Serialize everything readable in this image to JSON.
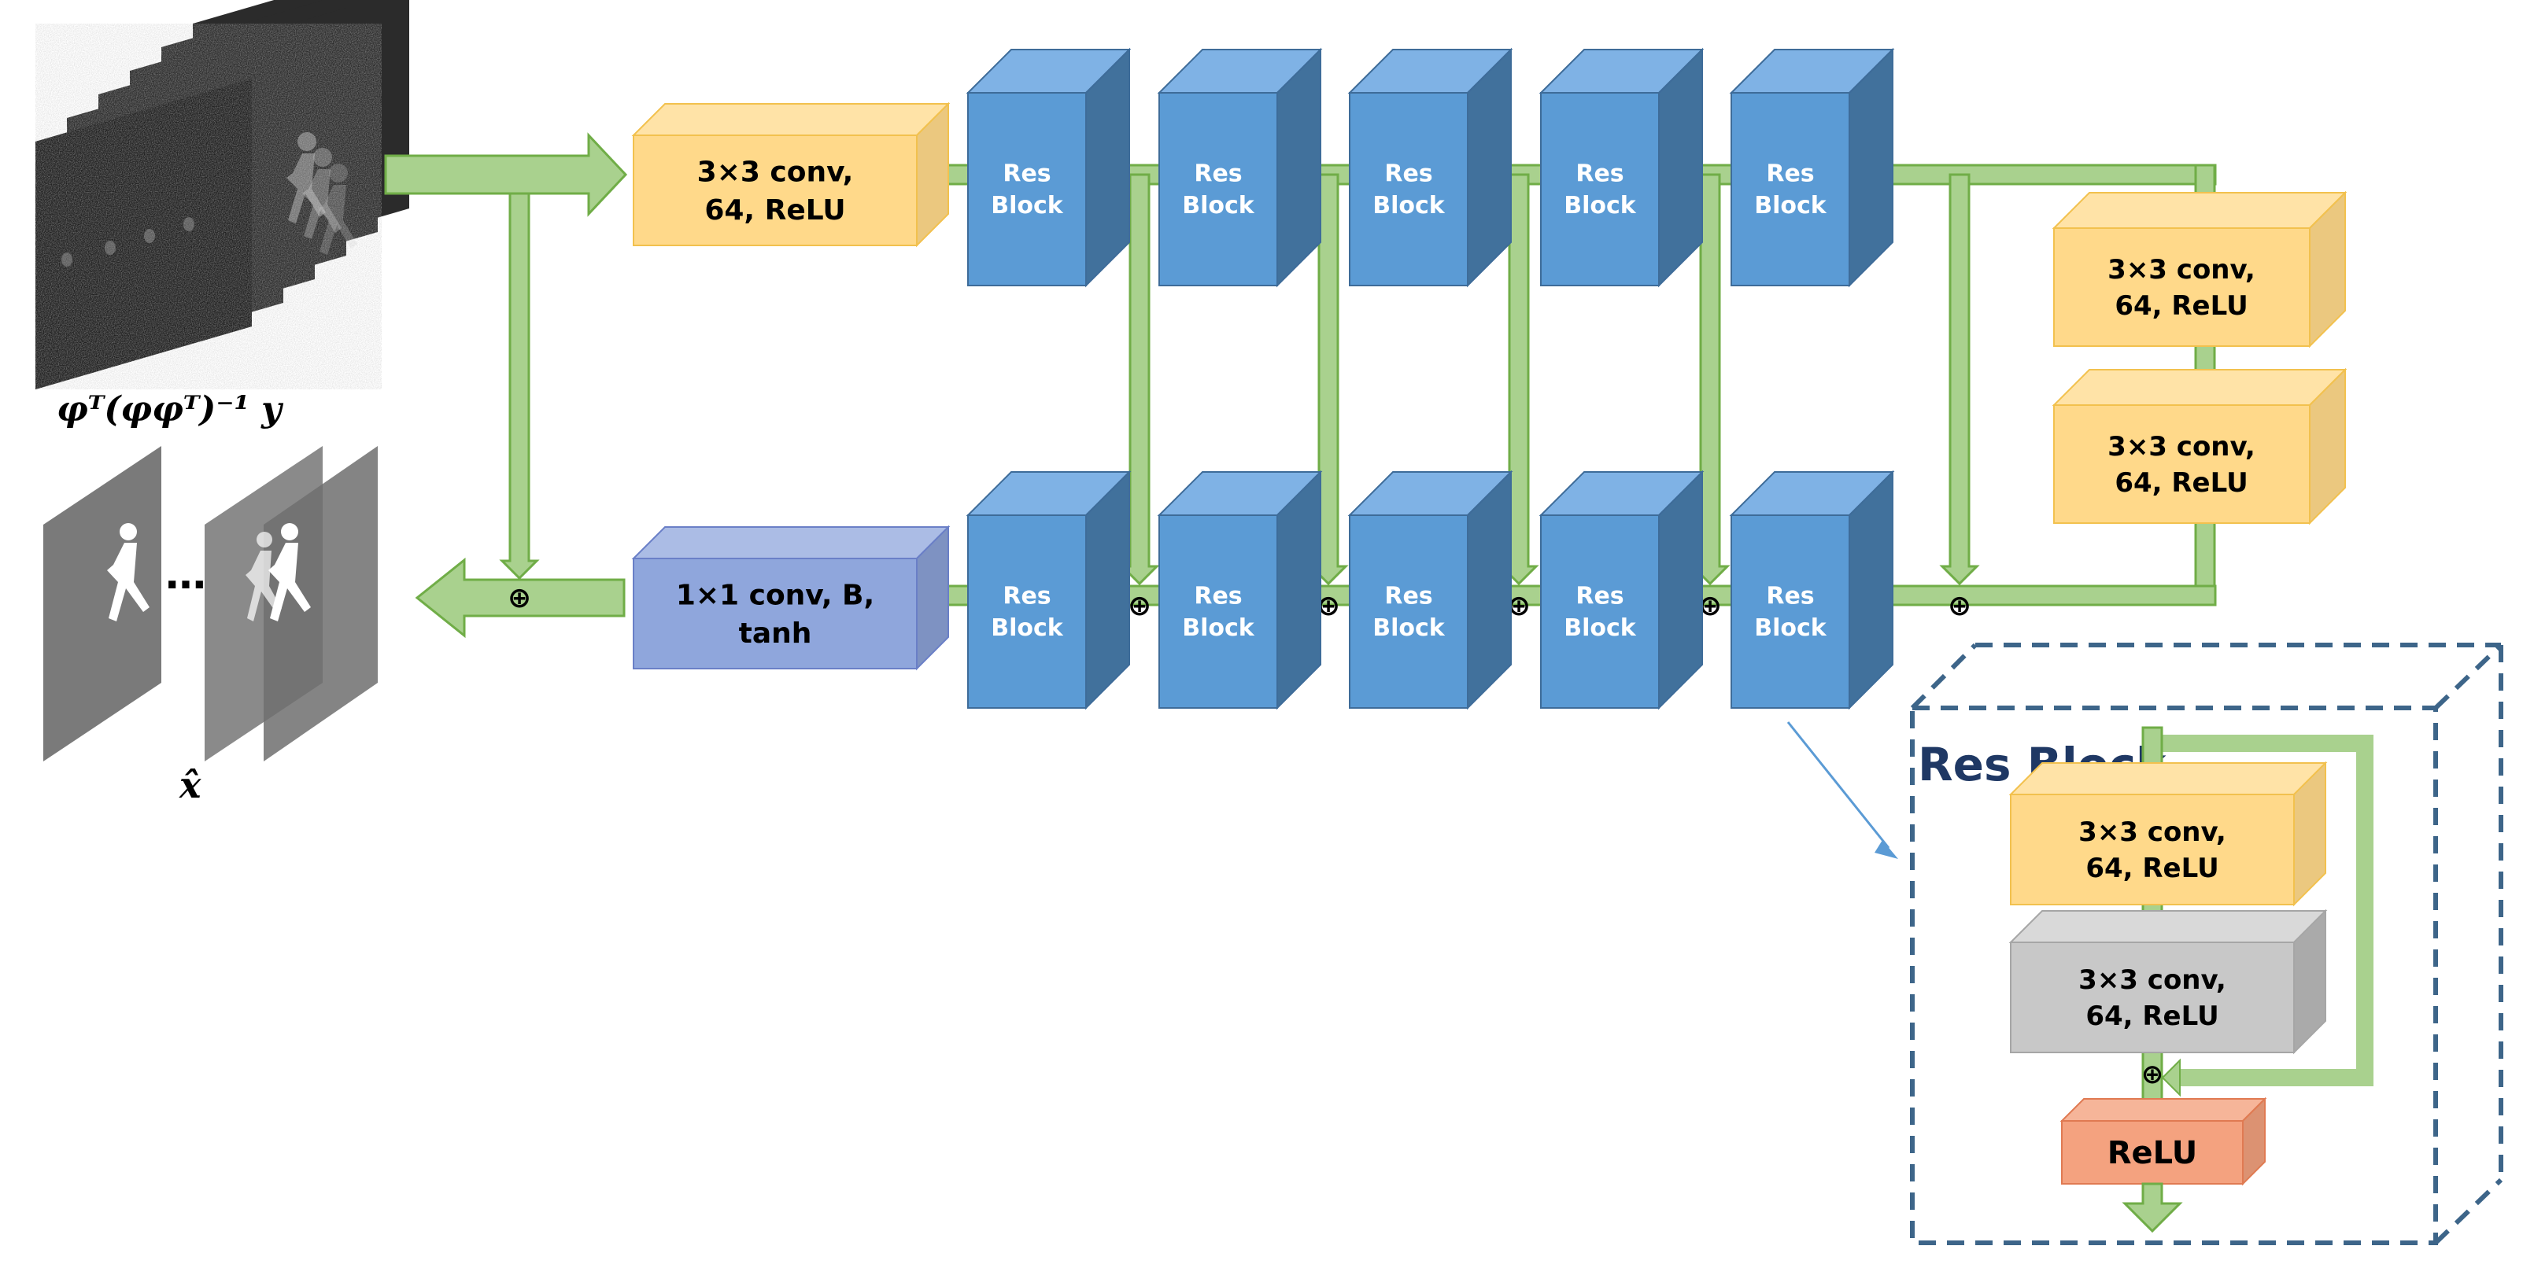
{
  "labels": {
    "input_expr": "φᵀ(φφᵀ)⁻¹ y",
    "output_expr": "x̂",
    "ellipsis": "…",
    "plus": "⊕"
  },
  "blocks": {
    "first_conv": [
      "3×3 conv,",
      "64, ReLU"
    ],
    "final_conv": [
      "1×1 conv, B,",
      "tanh"
    ],
    "res_block": [
      "Res",
      "Block"
    ],
    "right_conv": [
      "3×3 conv,",
      "64, ReLU"
    ],
    "inset_conv": [
      "3×3 conv,",
      "64, ReLU"
    ],
    "relu": "ReLU"
  },
  "inset": {
    "title": "Res Block"
  },
  "colors": {
    "arrow_fill": "#a9d18e",
    "arrow_stroke": "#70ad47",
    "res_front": "#5b9bd5",
    "res_top": "#7fb2e5",
    "res_side": "#41719c",
    "conv_front": "#ffd98a",
    "conv_stroke": "#f2c14e",
    "final_front": "#8fa6dc",
    "final_stroke": "#6a7fc7",
    "gray_front": "#c8c8c8",
    "relu_front": "#f4a27f",
    "inset_border": "#3d6589",
    "inset_title": "#1f3864"
  }
}
